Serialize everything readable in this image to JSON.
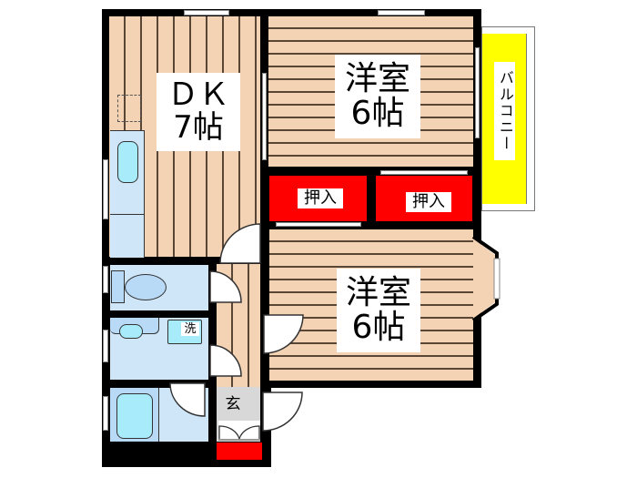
{
  "floorplan": {
    "rooms": {
      "dk": {
        "name": "ＤＫ",
        "size": "7帖"
      },
      "western_room_1": {
        "name": "洋室",
        "size": "6帖"
      },
      "western_room_2": {
        "name": "洋室",
        "size": "6帖"
      },
      "closet_1": {
        "name": "押入"
      },
      "closet_2": {
        "name": "押入"
      },
      "balcony": {
        "name": "バルコニー"
      },
      "washroom": {
        "laundry_label": "洗"
      },
      "entrance": {
        "name": "玄"
      }
    },
    "colors": {
      "wood_floor": "#f3d3b4",
      "wet_area": "#cfe6f8",
      "closet": "#ff0000",
      "balcony": "#ffff00",
      "walls": "#000000"
    }
  }
}
